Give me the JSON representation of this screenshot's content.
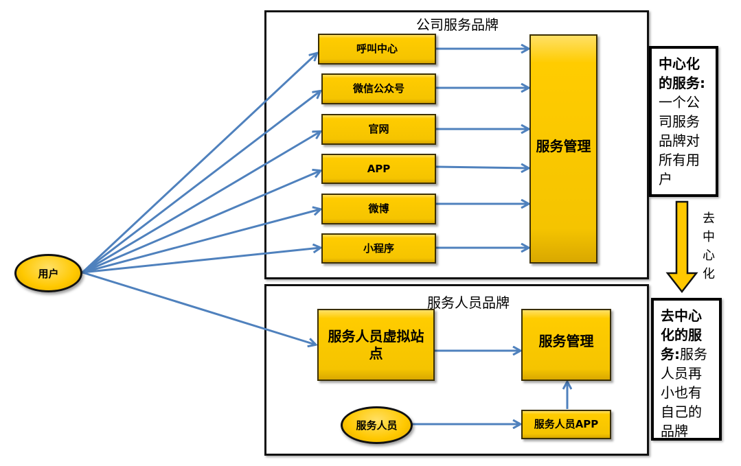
{
  "user_node": {
    "label": "用户"
  },
  "company_brand": {
    "title": "公司服务品牌",
    "channels": [
      {
        "label": "呼叫中心"
      },
      {
        "label": "微信公众号"
      },
      {
        "label": "官网"
      },
      {
        "label": "APP"
      },
      {
        "label": "微博"
      },
      {
        "label": "小程序"
      }
    ],
    "management": {
      "label": "服务管理"
    }
  },
  "staff_brand": {
    "title": "服务人员品牌",
    "virtual_site": {
      "label": "服务人员虚拟站点"
    },
    "management": {
      "label": "服务管理"
    },
    "staff": {
      "label": "服务人员"
    },
    "staff_app": {
      "label": "服务人员APP"
    }
  },
  "notes": {
    "centralized": {
      "heading": "中心化的服务:",
      "body": "一个公司服务品牌对所有用户"
    },
    "transition": {
      "label": "去中心化"
    },
    "decentralized": {
      "heading": "去中心化的服务:",
      "body": "服务人员再小也有自己的品牌"
    }
  },
  "colors": {
    "box_fill": "#ffcc00",
    "arrow": "#4f81bd",
    "border": "#111111"
  }
}
